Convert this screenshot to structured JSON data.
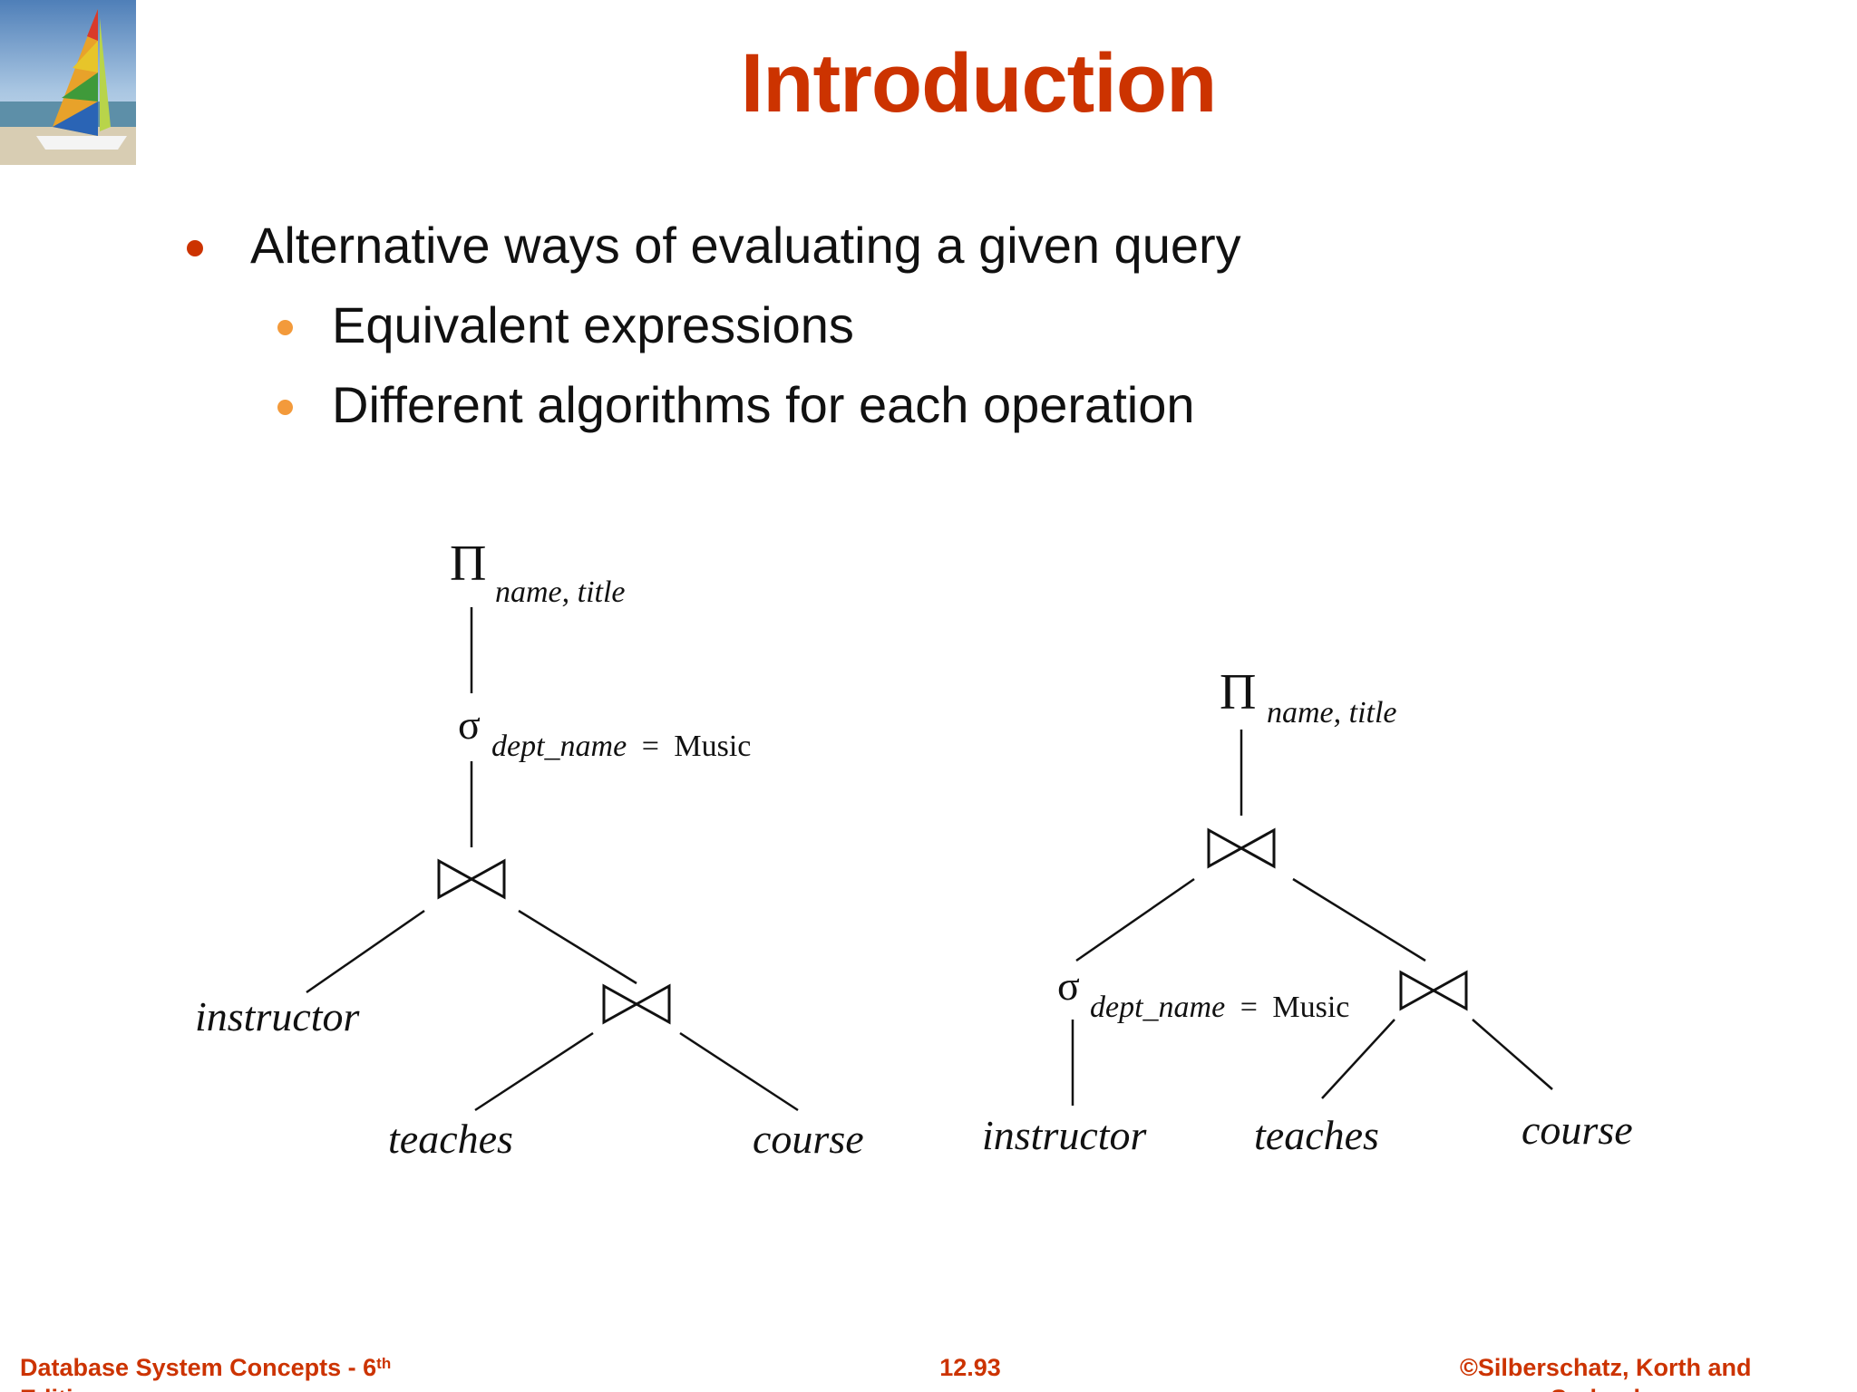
{
  "slide": {
    "title": "Introduction",
    "bullets": [
      {
        "text": "Alternative ways of evaluating a given query"
      },
      {
        "text": "Equivalent expressions"
      },
      {
        "text": "Different algorithms for each operation"
      }
    ]
  },
  "diagram": {
    "left_tree": {
      "projection_op": "Π",
      "projection_attrs": "name, title",
      "selection_op": "σ",
      "selection_attr": "dept_name",
      "selection_eq": "=",
      "selection_value": "Music",
      "leaves": [
        "instructor",
        "teaches",
        "course"
      ]
    },
    "right_tree": {
      "projection_op": "Π",
      "projection_attrs": "name, title",
      "selection_op": "σ",
      "selection_attr": "dept_name",
      "selection_eq": "=",
      "selection_value": "Music",
      "leaves": [
        "instructor",
        "teaches",
        "course"
      ]
    }
  },
  "footer": {
    "left_main": "Database System Concepts - 6",
    "left_sup": "th",
    "left_cont": "Edition",
    "center": "12.93",
    "right_main": "©Silberschatz, Korth and",
    "right_cont": "Sudarshan"
  },
  "colors": {
    "title": "#cc3300",
    "bullet_level1": "#cc3300",
    "bullet_level2": "#f39a3b",
    "footer": "#cc3300"
  }
}
